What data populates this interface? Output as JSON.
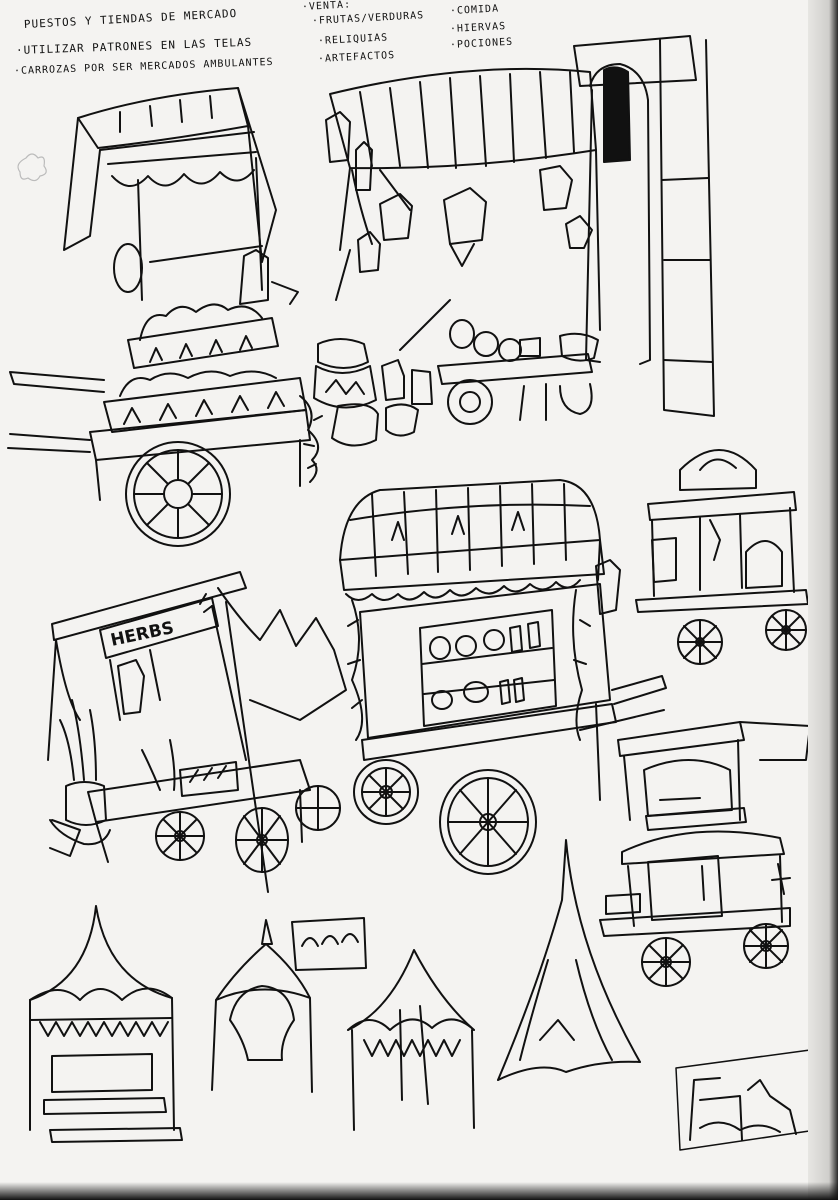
{
  "notes": {
    "title": "PUESTOS Y TIENDAS DE MERCADO",
    "bullet1": "·UTILIZAR PATRONES EN LAS TELAS",
    "bullet2": "·CARROZAS POR SER MERCADOS AMBULANTES",
    "venta_header": "·VENTA:",
    "venta_items": [
      "·FRUTAS/VERDURAS",
      "·RELIQUIAS",
      "·ARTEFACTOS"
    ],
    "more_items": [
      "·COMIDA",
      "·HIERVAS",
      "·POCIONES"
    ]
  },
  "sign_text": "HERBS",
  "colors": {
    "paper": "#f4f3f1",
    "ink": "#111111"
  }
}
